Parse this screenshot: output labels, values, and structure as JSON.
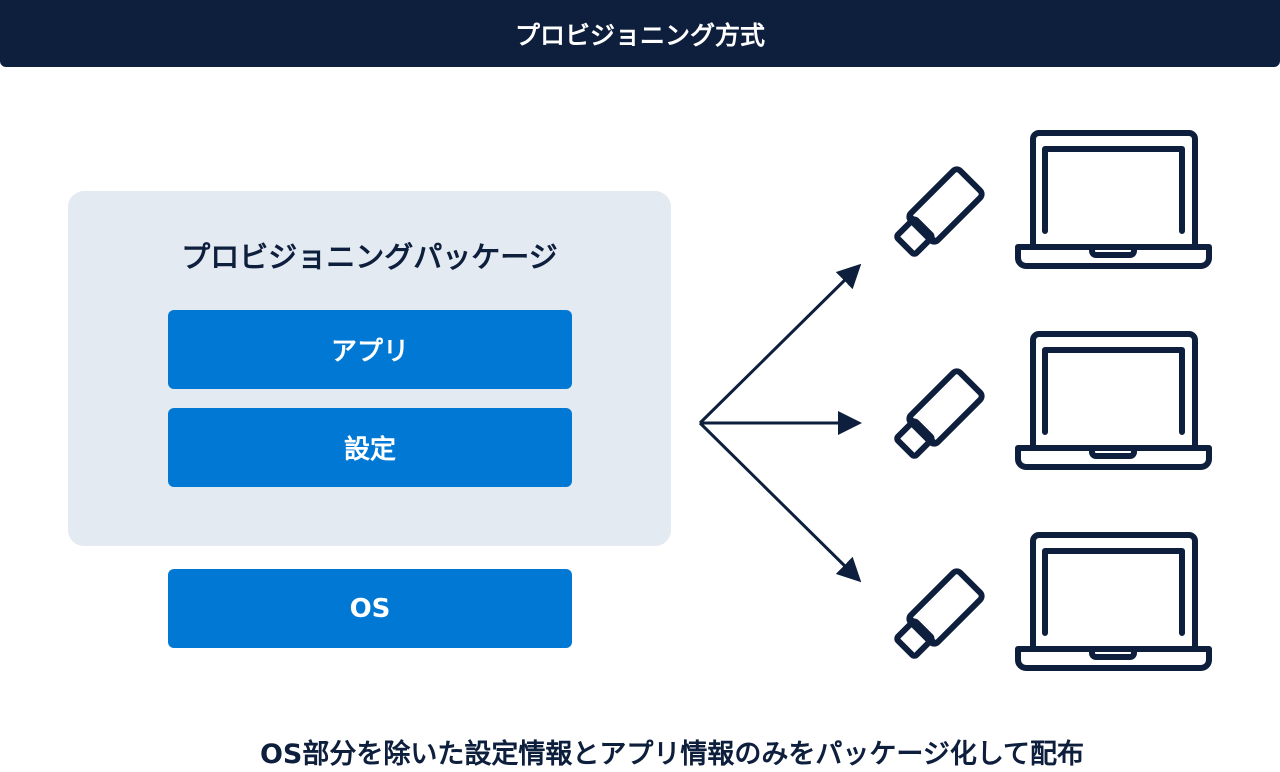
{
  "header": {
    "title": "プロビジョニング方式"
  },
  "package": {
    "title": "プロビジョニングパッケージ",
    "items": [
      "アプリ",
      "設定"
    ]
  },
  "os_label": "OS",
  "caption": "OS部分を除いた設定情報とアプリ情報のみをパッケージ化して配布",
  "colors": {
    "navy": "#0d1f3c",
    "blue": "#0078d4",
    "panel": "#e3eaf2"
  }
}
